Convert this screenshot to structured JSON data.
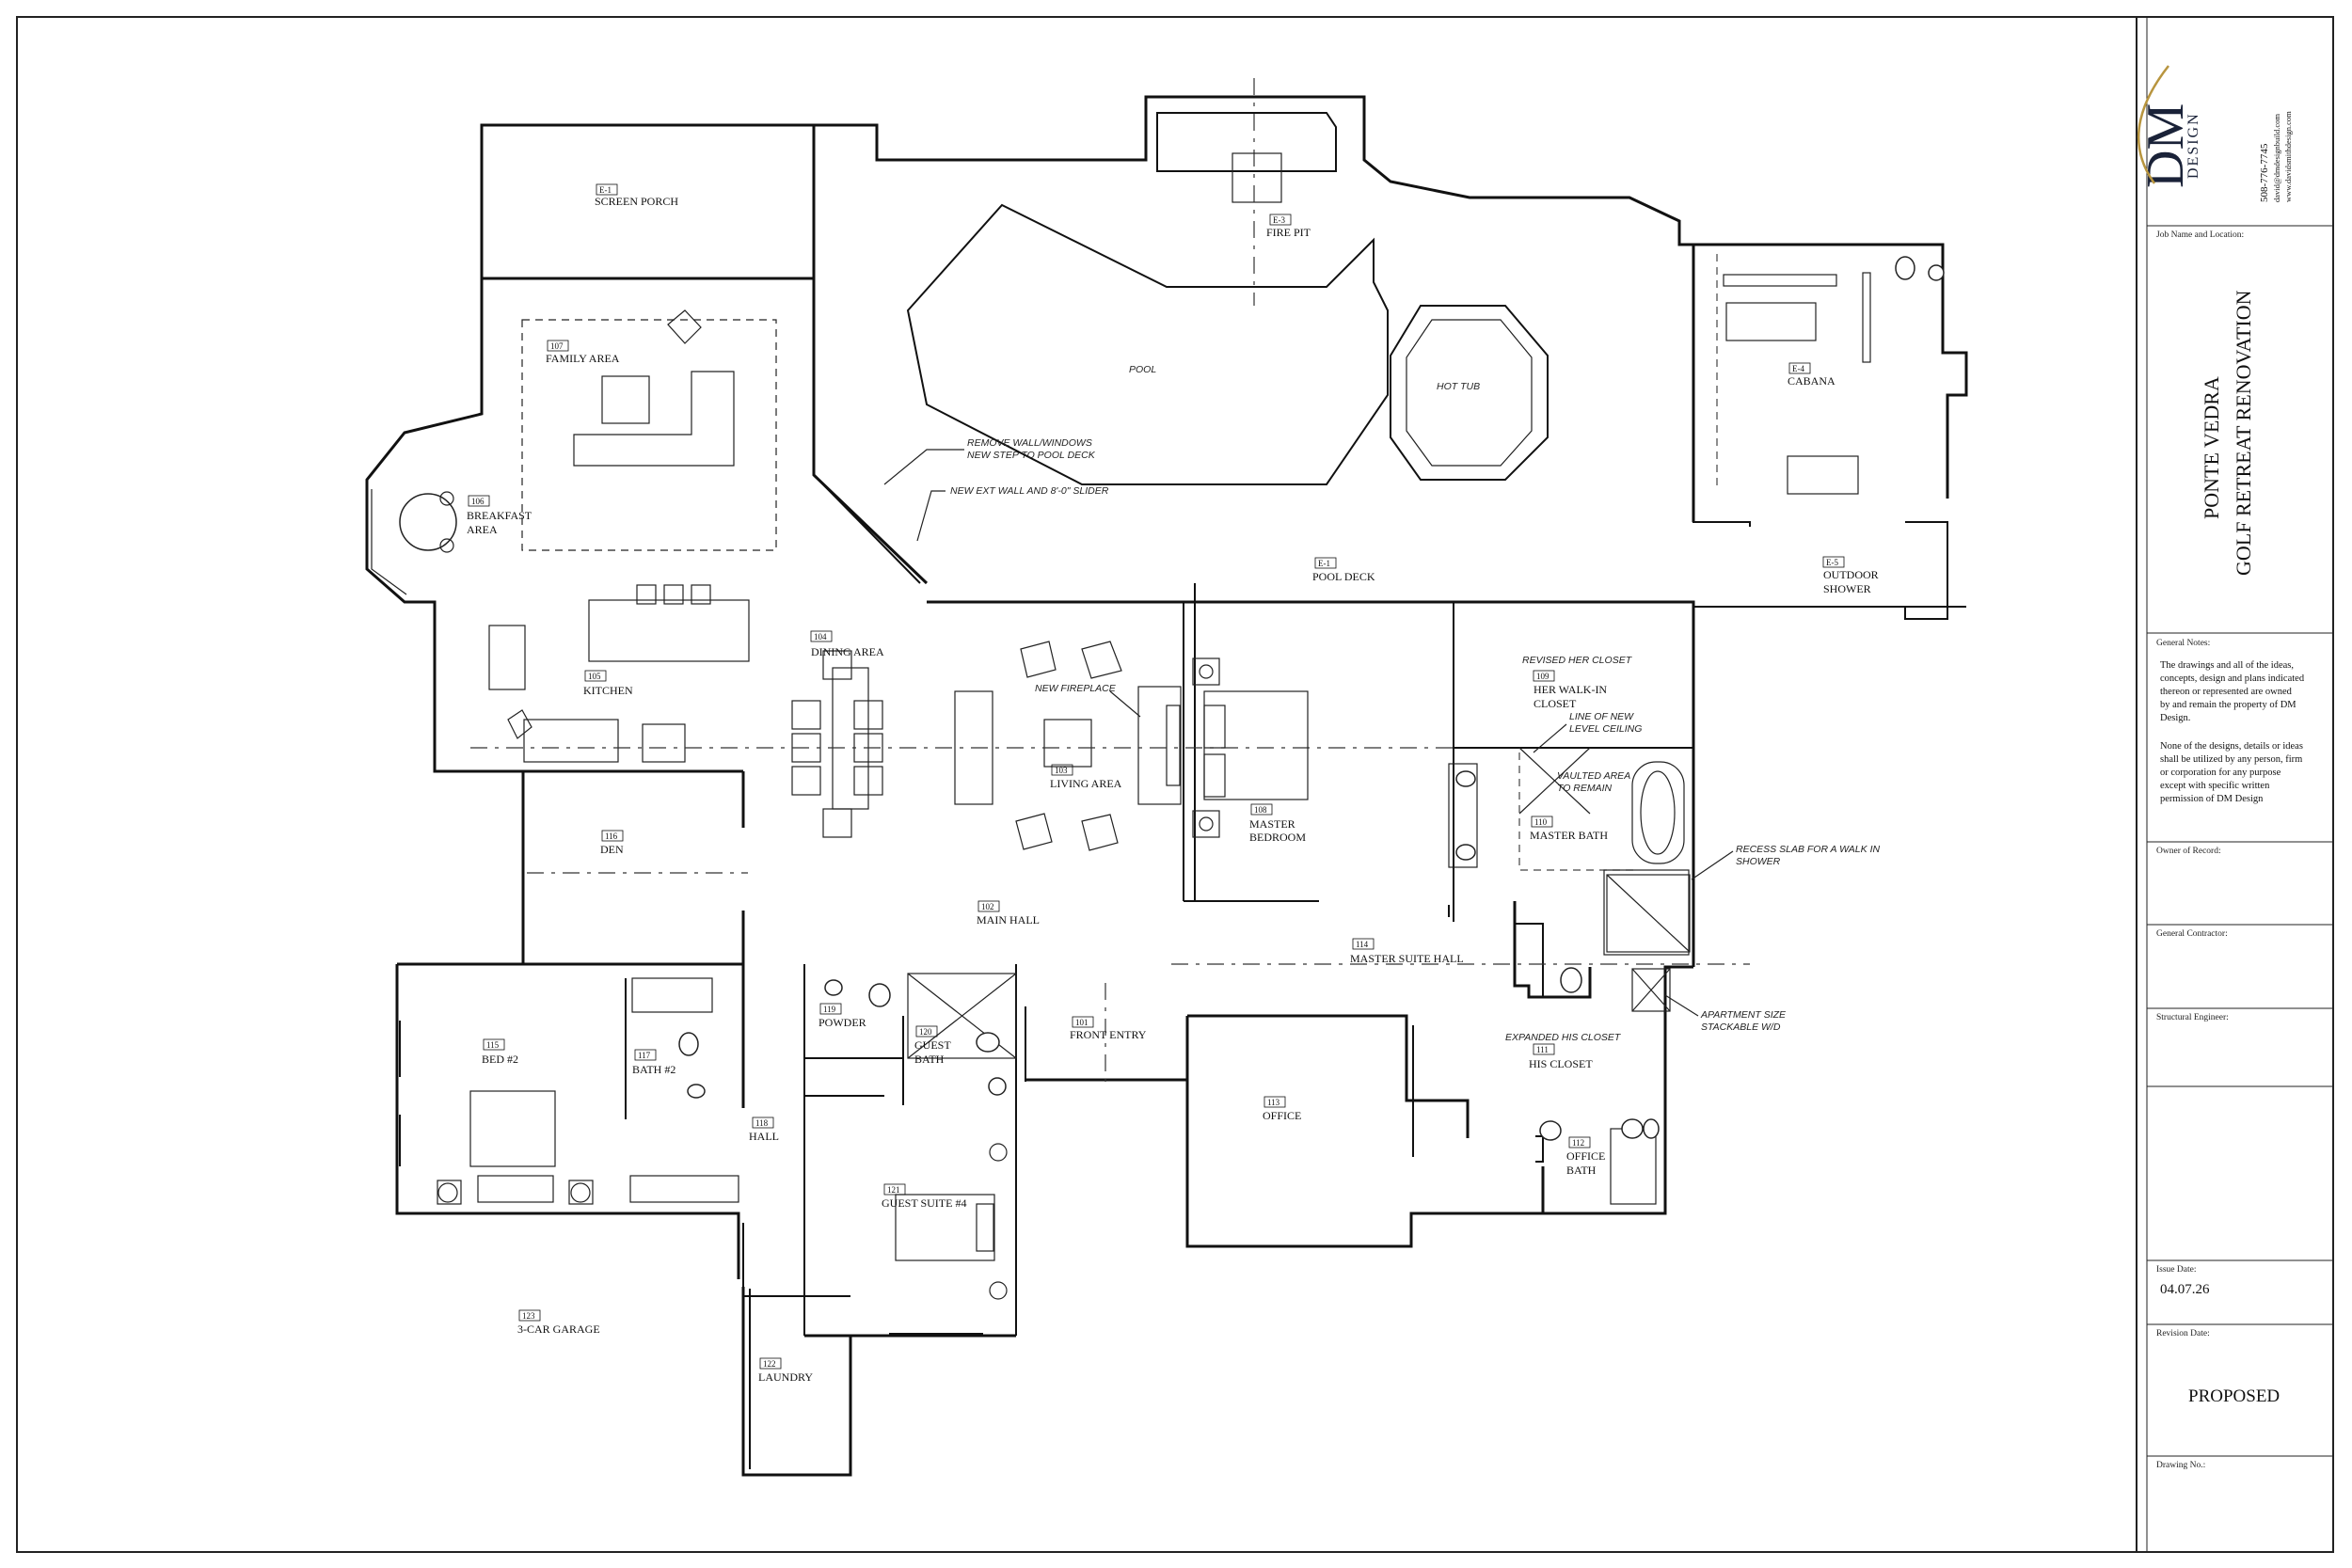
{
  "rooms": [
    {
      "num": "E-1",
      "name": "SCREEN PORCH"
    },
    {
      "num": "E-3",
      "name": "FIRE PIT"
    },
    {
      "num": "",
      "name": "POOL"
    },
    {
      "num": "",
      "name": "HOT TUB"
    },
    {
      "num": "E-4",
      "name": "CABANA"
    },
    {
      "num": "E-5",
      "name": "OUTDOOR",
      "name2": "SHOWER"
    },
    {
      "num": "E-1",
      "name": "POOL DECK"
    },
    {
      "num": "107",
      "name": "FAMILY AREA"
    },
    {
      "num": "106",
      "name": "BREAKFAST",
      "name2": "AREA"
    },
    {
      "num": "105",
      "name": "KITCHEN"
    },
    {
      "num": "104",
      "name": "DINING AREA"
    },
    {
      "num": "103",
      "name": "LIVING AREA"
    },
    {
      "num": "108",
      "name": "MASTER",
      "name2": "BEDROOM"
    },
    {
      "num": "109",
      "name": "HER WALK-IN",
      "name2": "CLOSET"
    },
    {
      "num": "110",
      "name": "MASTER BATH"
    },
    {
      "num": "116",
      "name": "DEN"
    },
    {
      "num": "102",
      "name": "MAIN HALL"
    },
    {
      "num": "114",
      "name": "MASTER SUITE HALL"
    },
    {
      "num": "115",
      "name": "BED #2"
    },
    {
      "num": "117",
      "name": "BATH #2"
    },
    {
      "num": "119",
      "name": "POWDER"
    },
    {
      "num": "120",
      "name": "GUEST",
      "name2": "BATH"
    },
    {
      "num": "101",
      "name": "FRONT ENTRY"
    },
    {
      "num": "111",
      "name": "HIS CLOSET"
    },
    {
      "num": "118",
      "name": "HALL"
    },
    {
      "num": "113",
      "name": "OFFICE"
    },
    {
      "num": "112",
      "name": "OFFICE",
      "name2": "BATH"
    },
    {
      "num": "121",
      "name": "GUEST SUITE #4"
    },
    {
      "num": "123",
      "name": "3-CAR GARAGE"
    },
    {
      "num": "122",
      "name": "LAUNDRY"
    }
  ],
  "notes": {
    "remove_wall_1": "REMOVE WALL/WINDOWS",
    "remove_wall_2": "NEW STEP TO POOL DECK",
    "new_ext_wall": "NEW EXT WALL AND 8'-0\" SLIDER",
    "new_fireplace": "NEW FIREPLACE",
    "revised_closet": "REVISED HER CLOSET",
    "line_ceiling_1": "LINE OF NEW",
    "line_ceiling_2": "LEVEL CEILING",
    "vaulted_1": "VAULTED AREA",
    "vaulted_2": "TO REMAIN",
    "recess_1": "RECESS SLAB FOR A WALK IN",
    "recess_2": "SHOWER",
    "apt_1": "APARTMENT SIZE",
    "apt_2": "STACKABLE W/D",
    "expanded_closet": "EXPANDED HIS CLOSET"
  },
  "title_block": {
    "logo": "DM",
    "logo_sub": "DESIGN",
    "phone": "508-776-7745",
    "email": "david@dmdesignbuild.com",
    "web": "www.davidsmithdesign.com",
    "job_label": "Job Name and Location:",
    "job_line1": "PONTE VEDRA",
    "job_line2": "GOLF RETREAT RENOVATION",
    "notes_label": "General Notes:",
    "notes_p1": [
      "The drawings and all of the ideas,",
      "concepts, design and plans indicated",
      "thereon or represented are owned",
      "by and remain the property of DM",
      "Design."
    ],
    "notes_p2": [
      "None of the designs, details or ideas",
      "shall be utilized by any person, firm",
      "or corporation for any purpose",
      "except with specific written",
      "permission of DM Design"
    ],
    "owner_label": "Owner of Record:",
    "contractor_label": "General Contractor:",
    "engineer_label": "Structural Engineer:",
    "issue_label": "Issue Date:",
    "issue_date": "04.07.26",
    "revision_label": "Revision Date:",
    "status": "PROPOSED",
    "drawing_label": "Drawing No.:"
  }
}
